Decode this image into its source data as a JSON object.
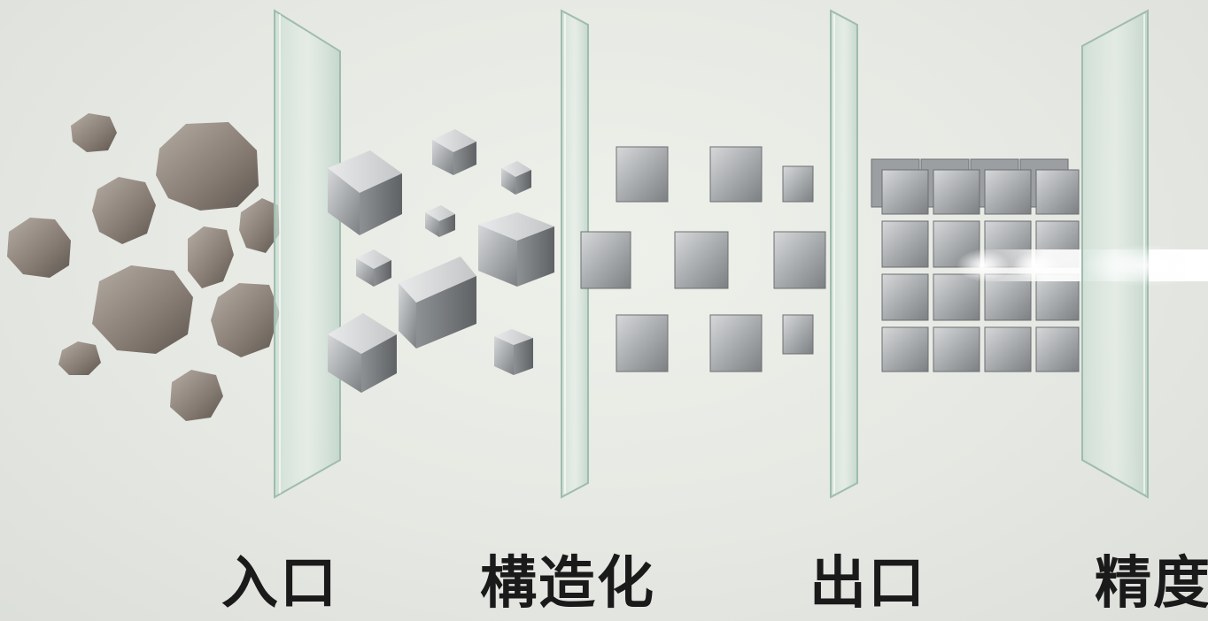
{
  "stages": [
    {
      "id": "entrance",
      "label": "入口"
    },
    {
      "id": "structuring",
      "label": "構造化"
    },
    {
      "id": "exit",
      "label": "出口"
    },
    {
      "id": "precision",
      "label": "精度"
    }
  ],
  "colors": {
    "background": "#e6e8e3",
    "glass": "#cfe0d6",
    "glass_edge": "#8fb0a0",
    "rock": "#8a8078",
    "metal": "#b8babc",
    "light_beam": "#ffffff",
    "label_text": "#1a1a1a"
  }
}
